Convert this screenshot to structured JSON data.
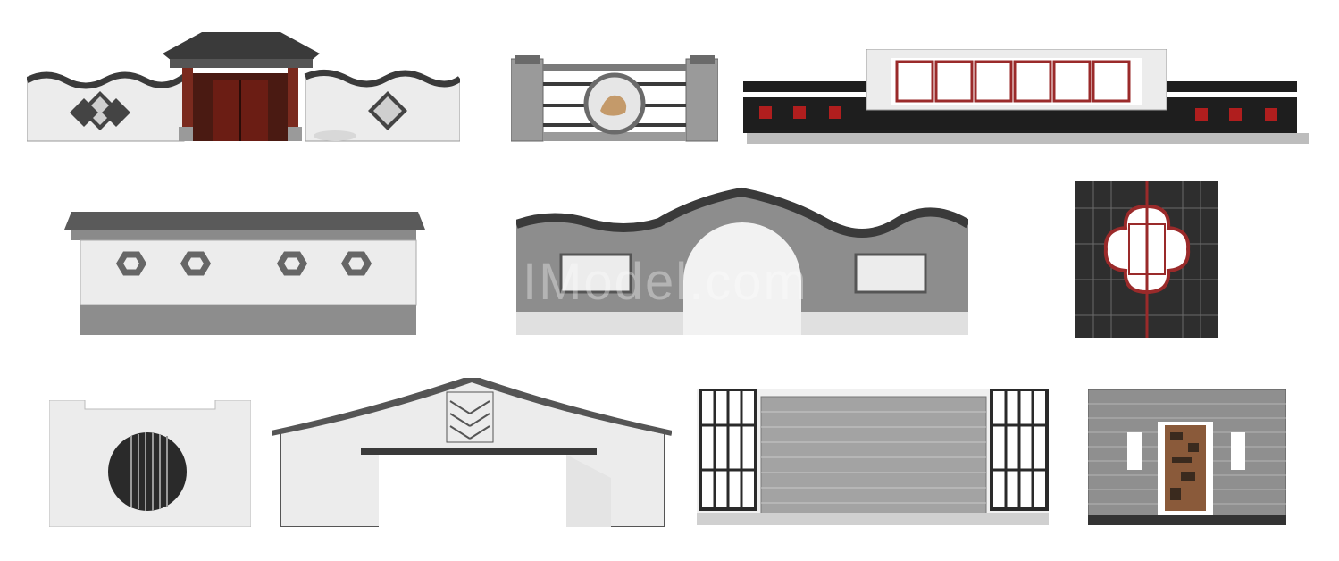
{
  "watermark": "IModel.com",
  "colors": {
    "wall_white": "#ececec",
    "wall_grey": "#8d8d8d",
    "roof_dark": "#3a3a3a",
    "brick_grey": "#9a9a9a",
    "door_red": "#6b1d14",
    "accent_red": "#b01e1e",
    "wood": "#8a5a3a"
  },
  "walls": [
    {
      "name": "courtyard-gate-wall"
    },
    {
      "name": "brick-post-railing-with-medallion"
    },
    {
      "name": "black-wall-with-red-lattice-panel"
    },
    {
      "name": "white-wall-with-hexagon-windows"
    },
    {
      "name": "moon-gate-wall"
    },
    {
      "name": "lattice-screen-with-quatrefoil"
    },
    {
      "name": "white-wall-with-round-grille"
    },
    {
      "name": "gable-wall-with-pergola-opening"
    },
    {
      "name": "brick-panel-with-lattice-side-screens"
    },
    {
      "name": "brick-wall-with-wood-relief"
    }
  ]
}
